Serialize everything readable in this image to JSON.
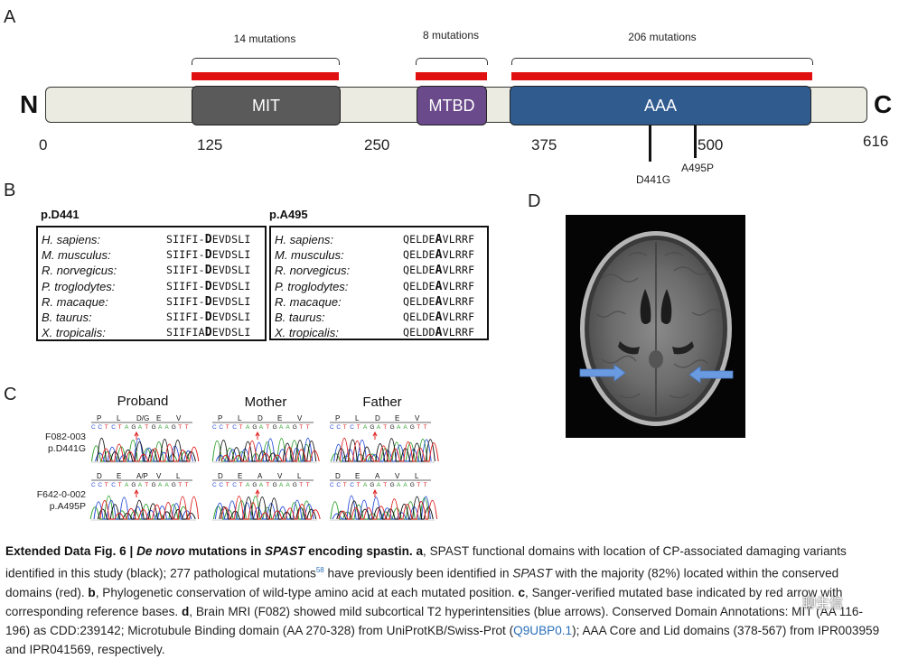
{
  "panelA": {
    "letter": "A",
    "n_term": "N",
    "c_term": "C",
    "domains": [
      {
        "label": "MIT",
        "color": "#5a5a5a",
        "mutations": "14 mutations"
      },
      {
        "label": "MTBD",
        "color": "#6a4a8a",
        "mutations": "8 mutations"
      },
      {
        "label": "AAA",
        "color": "#2f5b8f",
        "mutations": "206 mutations"
      }
    ],
    "ticks": [
      "0",
      "125",
      "250",
      "375",
      "500",
      "616"
    ],
    "variants": [
      "D441G",
      "A495P"
    ]
  },
  "panelB": {
    "letter": "B",
    "left": {
      "title": "p.D441",
      "rows": [
        {
          "species": "H. sapiens:",
          "pre": "SIIFI-",
          "bold": "D",
          "post": "EVDSLI"
        },
        {
          "species": "M. musculus:",
          "pre": "SIIFI-",
          "bold": "D",
          "post": "EVDSLI"
        },
        {
          "species": "R. norvegicus:",
          "pre": "SIIFI-",
          "bold": "D",
          "post": "EVDSLI"
        },
        {
          "species": "P. troglodytes:",
          "pre": "SIIFI-",
          "bold": "D",
          "post": "EVDSLI"
        },
        {
          "species": "R. macaque:",
          "pre": "SIIFI-",
          "bold": "D",
          "post": "EVDSLI"
        },
        {
          "species": "B. taurus:",
          "pre": "SIIFI-",
          "bold": "D",
          "post": "EVDSLI"
        },
        {
          "species": "X. tropicalis:",
          "pre": "SIIFIA",
          "bold": "D",
          "post": "EVDSLI"
        }
      ]
    },
    "right": {
      "title": "p.A495",
      "rows": [
        {
          "species": "H. sapiens:",
          "pre": "QELDE",
          "bold": "A",
          "post": "VLRRF"
        },
        {
          "species": "M. musculus:",
          "pre": "QELDE",
          "bold": "A",
          "post": "VLRRF"
        },
        {
          "species": "R. norvegicus:",
          "pre": "QELDE",
          "bold": "A",
          "post": "VLRRF"
        },
        {
          "species": "P. troglodytes:",
          "pre": "QELDE",
          "bold": "A",
          "post": "VLRRF"
        },
        {
          "species": "R. macaque:",
          "pre": "QELDE",
          "bold": "A",
          "post": "VLRRF"
        },
        {
          "species": "B. taurus:",
          "pre": "QELDE",
          "bold": "A",
          "post": "VLRRF"
        },
        {
          "species": "X. tropicalis:",
          "pre": "QELDD",
          "bold": "A",
          "post": "VLRRF"
        }
      ]
    }
  },
  "panelC": {
    "letter": "C",
    "columns": [
      "Proband",
      "Mother",
      "Father"
    ],
    "samples": [
      {
        "id": "F082-003",
        "variant": "p.D441G"
      },
      {
        "id": "F642-0-002",
        "variant": "p.A495P"
      }
    ],
    "aa_row1": [
      [
        "P",
        "L",
        "D/G",
        "E",
        "V"
      ],
      [
        "P",
        "L",
        "D",
        "E",
        "V"
      ],
      [
        "P",
        "L",
        "D",
        "E",
        "V"
      ]
    ],
    "aa_row2": [
      [
        "D",
        "E",
        "A/P",
        "V",
        "L"
      ],
      [
        "D",
        "E",
        "A",
        "V",
        "L"
      ],
      [
        "D",
        "E",
        "A",
        "V",
        "L"
      ]
    ],
    "base_colors": [
      "#2fa02f",
      "#2a4fd8",
      "#111111",
      "#e02020"
    ]
  },
  "panelD": {
    "letter": "D",
    "arrow_color": "#6a9be0"
  },
  "caption": {
    "lead": "Extended Data Fig. 6 | ",
    "title_em1": "De novo",
    "title_mid": " mutations in ",
    "title_em2": "SPAST",
    "title_end": " encoding spastin.",
    "a_lab": "a",
    "t1": ", SPAST functional domains with location of CP-associated damaging variants identified in this study (black); 277 pathological mutations",
    "ref": "58",
    "t2": " have previously been identified in ",
    "t2_em": "SPAST",
    "t3": " with the majority (82%) located within the conserved domains (red). ",
    "b_lab": "b",
    "t4": ", Phylogenetic conservation of wild-type amino acid at each mutated position. ",
    "c_lab": "c",
    "t5": ", Sanger-verified mutated base indicated by red arrow with corresponding reference bases. ",
    "d_lab": "d",
    "t6": ", Brain MRI (F082) showed mild subcortical T2 hyperintensities (blue arrows). Conserved Domain Annotations: MIT (AA 116-196) as CDD:239142; Microtubule Binding domain (AA 270-328) from UniProtKB/Swiss-Prot (",
    "link": "Q9UBP0.1",
    "t7": "); AAA Core and Lid domains (378-567) from IPR003959 and IPR041569, respectively."
  },
  "watermark": "聊生信"
}
